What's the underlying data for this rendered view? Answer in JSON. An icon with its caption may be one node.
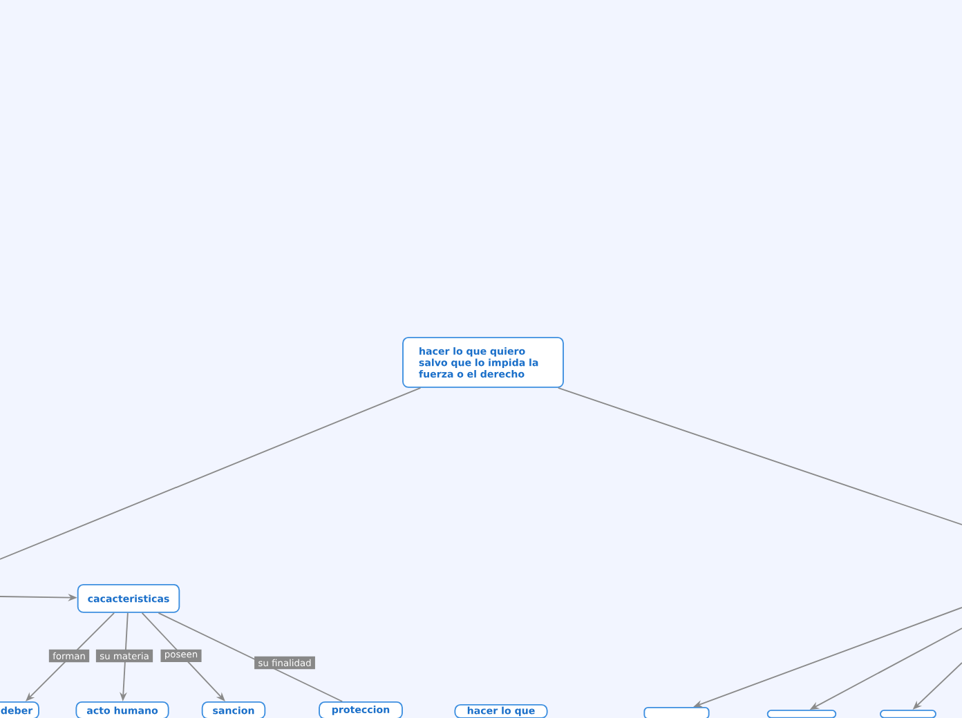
{
  "diagram": {
    "nodes": [
      {
        "text": [
          "hacer lo que quiero salvo que lo impida la fuerza o el derecho"
        ]
      },
      {
        "text": [
          "cacacteristicas"
        ]
      },
      {
        "text": [
          "deber"
        ]
      },
      {
        "text": [
          "acto humano"
        ]
      },
      {
        "text": [
          "sancion"
        ]
      },
      {
        "text": [
          "proteccion"
        ]
      },
      {
        "text": [
          "hacer lo que"
        ]
      },
      {
        "text": [],
        "shape": "box"
      },
      {
        "text": [],
        "shape": "box"
      },
      {
        "text": [],
        "shape": "box"
      }
    ],
    "edges": [
      {
        "from": 0,
        "to": null,
        "arrow": "none"
      },
      {
        "from": 0,
        "to": null,
        "arrow": "none"
      },
      {
        "from": null,
        "to": 1,
        "arrow": "to"
      },
      {
        "from": 1,
        "to": 2,
        "label": "forman",
        "arrow": "to"
      },
      {
        "from": 1,
        "to": 3,
        "label": "su materia",
        "arrow": "to"
      },
      {
        "from": 1,
        "to": 4,
        "label": "poseen",
        "arrow": "to"
      },
      {
        "from": 1,
        "to": 5,
        "label": "su finalidad",
        "arrow": "none"
      },
      {
        "from": null,
        "to": 7,
        "arrow": "to"
      },
      {
        "from": null,
        "to": 8,
        "arrow": "to"
      },
      {
        "from": null,
        "to": 9,
        "arrow": "to"
      }
    ]
  }
}
